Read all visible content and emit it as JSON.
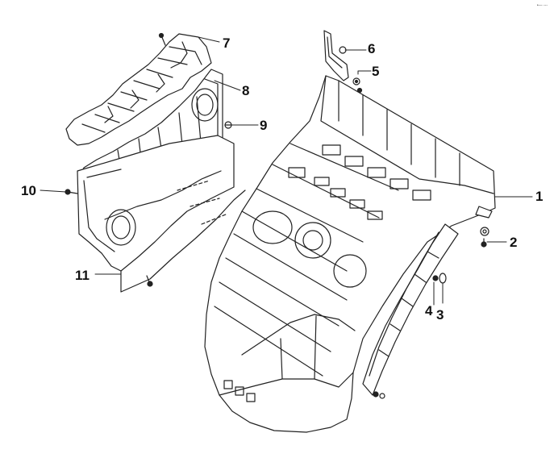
{
  "diagram": {
    "corner_mark": "•— ---",
    "callouts": [
      {
        "id": "c1",
        "label": "1"
      },
      {
        "id": "c2",
        "label": "2"
      },
      {
        "id": "c3",
        "label": "3"
      },
      {
        "id": "c4",
        "label": "4"
      },
      {
        "id": "c5",
        "label": "5"
      },
      {
        "id": "c6",
        "label": "6"
      },
      {
        "id": "c7",
        "label": "7"
      },
      {
        "id": "c8",
        "label": "8"
      },
      {
        "id": "c9",
        "label": "9"
      },
      {
        "id": "c10",
        "label": "10"
      },
      {
        "id": "c11",
        "label": "11"
      }
    ]
  }
}
